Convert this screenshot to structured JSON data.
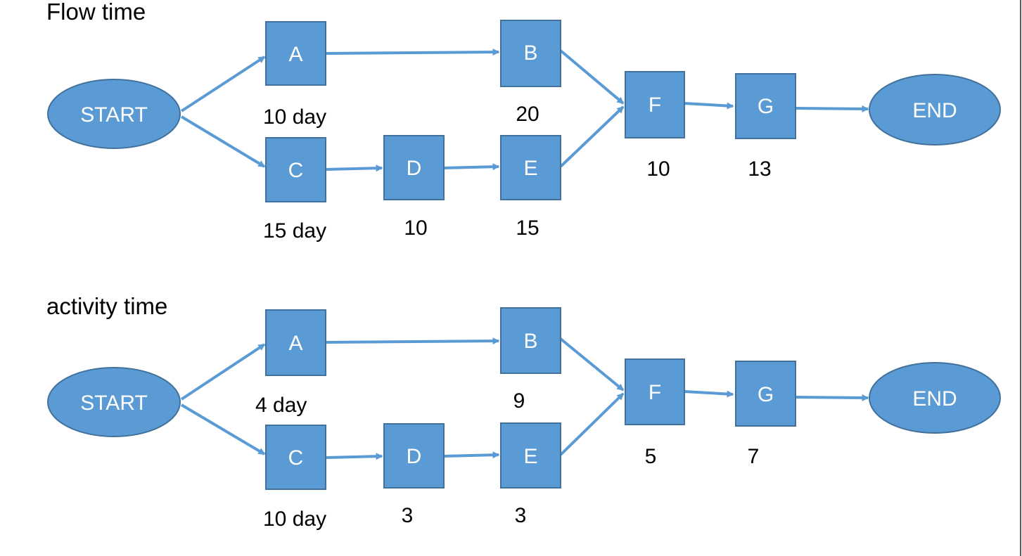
{
  "diagrams": [
    {
      "heading": "Flow time",
      "nodes": {
        "start": "START",
        "a": "A",
        "b": "B",
        "c": "C",
        "d": "D",
        "e": "E",
        "f": "F",
        "g": "G",
        "end": "END"
      },
      "times": {
        "a": "10 day",
        "b": "20",
        "c": "15 day",
        "d": "10",
        "e": "15",
        "f": "10",
        "g": "13"
      }
    },
    {
      "heading": "activity time",
      "nodes": {
        "start": "START",
        "a": "A",
        "b": "B",
        "c": "C",
        "d": "D",
        "e": "E",
        "f": "F",
        "g": "G",
        "end": "END"
      },
      "times": {
        "a": "4 day",
        "b": "9",
        "c": "10 day",
        "d": "3",
        "e": "3",
        "f": "5",
        "g": "7"
      }
    }
  ],
  "colors": {
    "node_fill": "#5b9bd5",
    "node_border": "#41719c",
    "edge": "#5b9bd5",
    "text": "#000000"
  }
}
